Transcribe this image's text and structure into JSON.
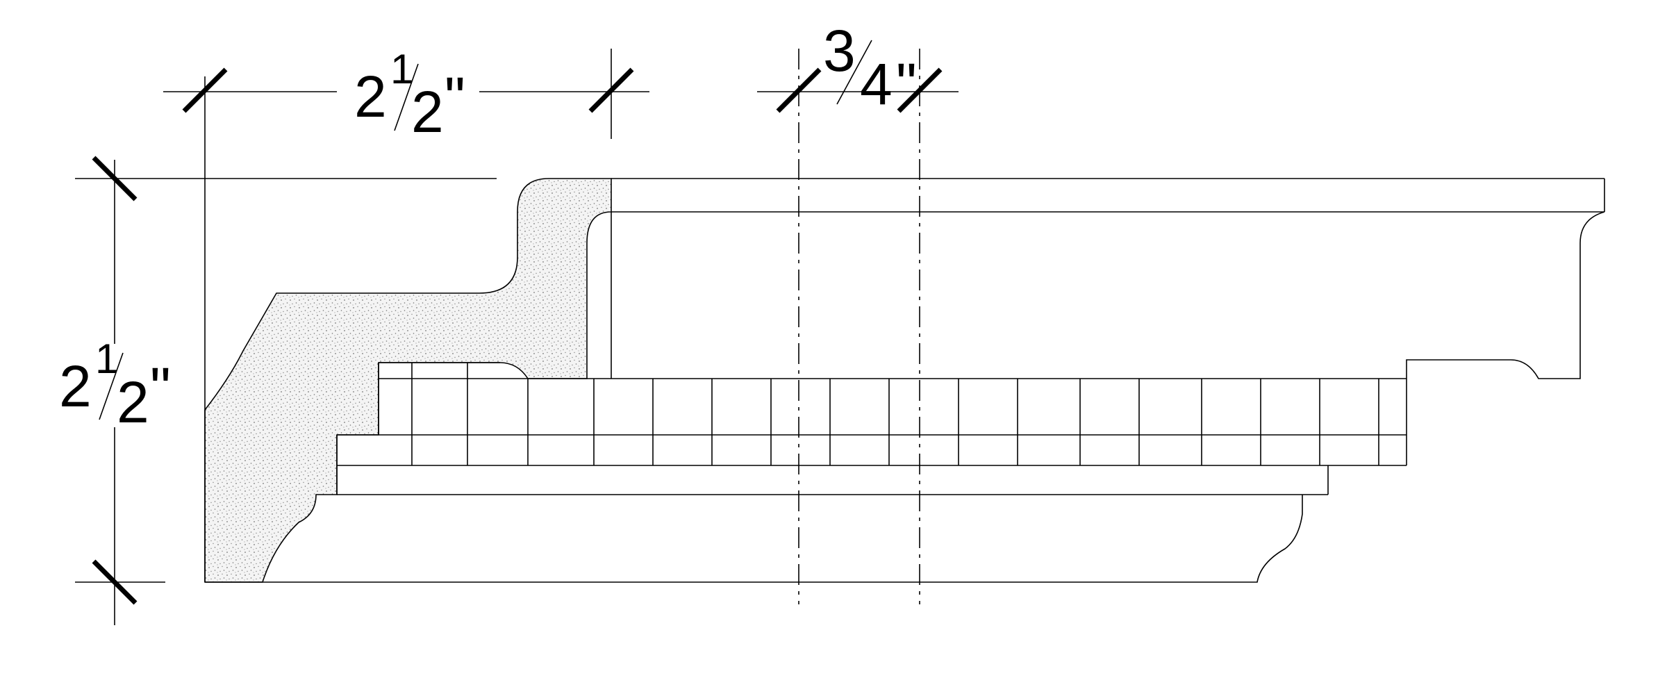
{
  "dimensions": {
    "top_width": {
      "whole": "2",
      "num": "1",
      "den": "2",
      "unit": "\""
    },
    "dentil_spacing": {
      "num": "3",
      "den": "4",
      "unit": "\""
    },
    "height": {
      "whole": "2",
      "num": "1",
      "den": "2",
      "unit": "\""
    }
  },
  "colors": {
    "line": "#000000",
    "section_fill": "#f2f2f2",
    "background": "#ffffff"
  }
}
